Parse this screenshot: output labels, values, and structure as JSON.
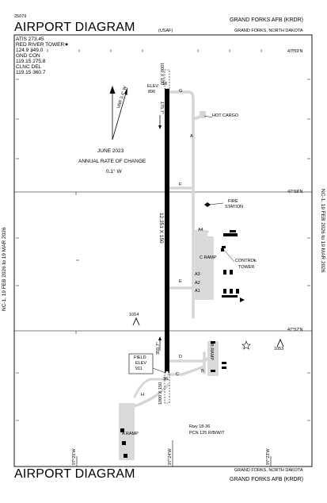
{
  "header": {
    "chart_number": "25079",
    "title": "AIRPORT DIAGRAM",
    "airport_name": "GRAND FORKS AFB  (KRDR)",
    "city_state": "GRAND FORKS, NORTH DAKOTA",
    "authority": "(USAF)"
  },
  "frequencies": {
    "lines": [
      "ATIS  273.45",
      "RED RIVER TOWER★",
      "124.9  349.0",
      "GND CON",
      "119.15  275.8",
      "CLNC DEL",
      "119.15  360.7"
    ]
  },
  "latitudes": [
    "47°59'N",
    "47°58'N",
    "47°57'N"
  ],
  "longitudes": [
    "97°25'W",
    "97°24'W",
    "97°23'W"
  ],
  "validity": "NC-1, 19 FEB 2026  to  19 MAR 2026",
  "magnetic": {
    "var_label": "VAR 3.4° W",
    "date": "JUNE 2023",
    "rate_label": "ANNUAL RATE OF CHANGE",
    "rate": "0.1° W"
  },
  "runway": {
    "dims": "12,351 X 150",
    "heading_north": "175.7°",
    "heading_south": "355.7°",
    "elev_label": "ELEV",
    "elev_north": "896",
    "rwy_north": "18",
    "rwy_south": "36",
    "overrun_north": "1000 X 150",
    "overrun_south": "1000 X 150",
    "info_line1": "Rwy 18-36",
    "info_line2": "PCN 125 R/B/W/T"
  },
  "field_elev": {
    "line1": "FIELD",
    "line2": "ELEV",
    "value": "911"
  },
  "taxiways": [
    "G",
    "A",
    "F",
    "E",
    "D",
    "C",
    "H",
    "B",
    "A4",
    "A3",
    "A2",
    "A1"
  ],
  "labels": {
    "hot_cargo": "HOT CARGO",
    "fire_station_1": "FIRE",
    "fire_station_2": "STATION",
    "control_tower_1": "CONTROL",
    "control_tower_2": "TOWER",
    "c_ramp": "C RAMP",
    "b_ramp": "B RAMP",
    "a_ramp": "A RAMP"
  },
  "obstacles": {
    "west": "1014",
    "east": "1053"
  },
  "footer": {
    "title": "AIRPORT DIAGRAM",
    "city_state": "GRAND FORKS, NORTH DAKOTA",
    "airport_name": "GRAND FORKS AFB  (KRDR)"
  }
}
